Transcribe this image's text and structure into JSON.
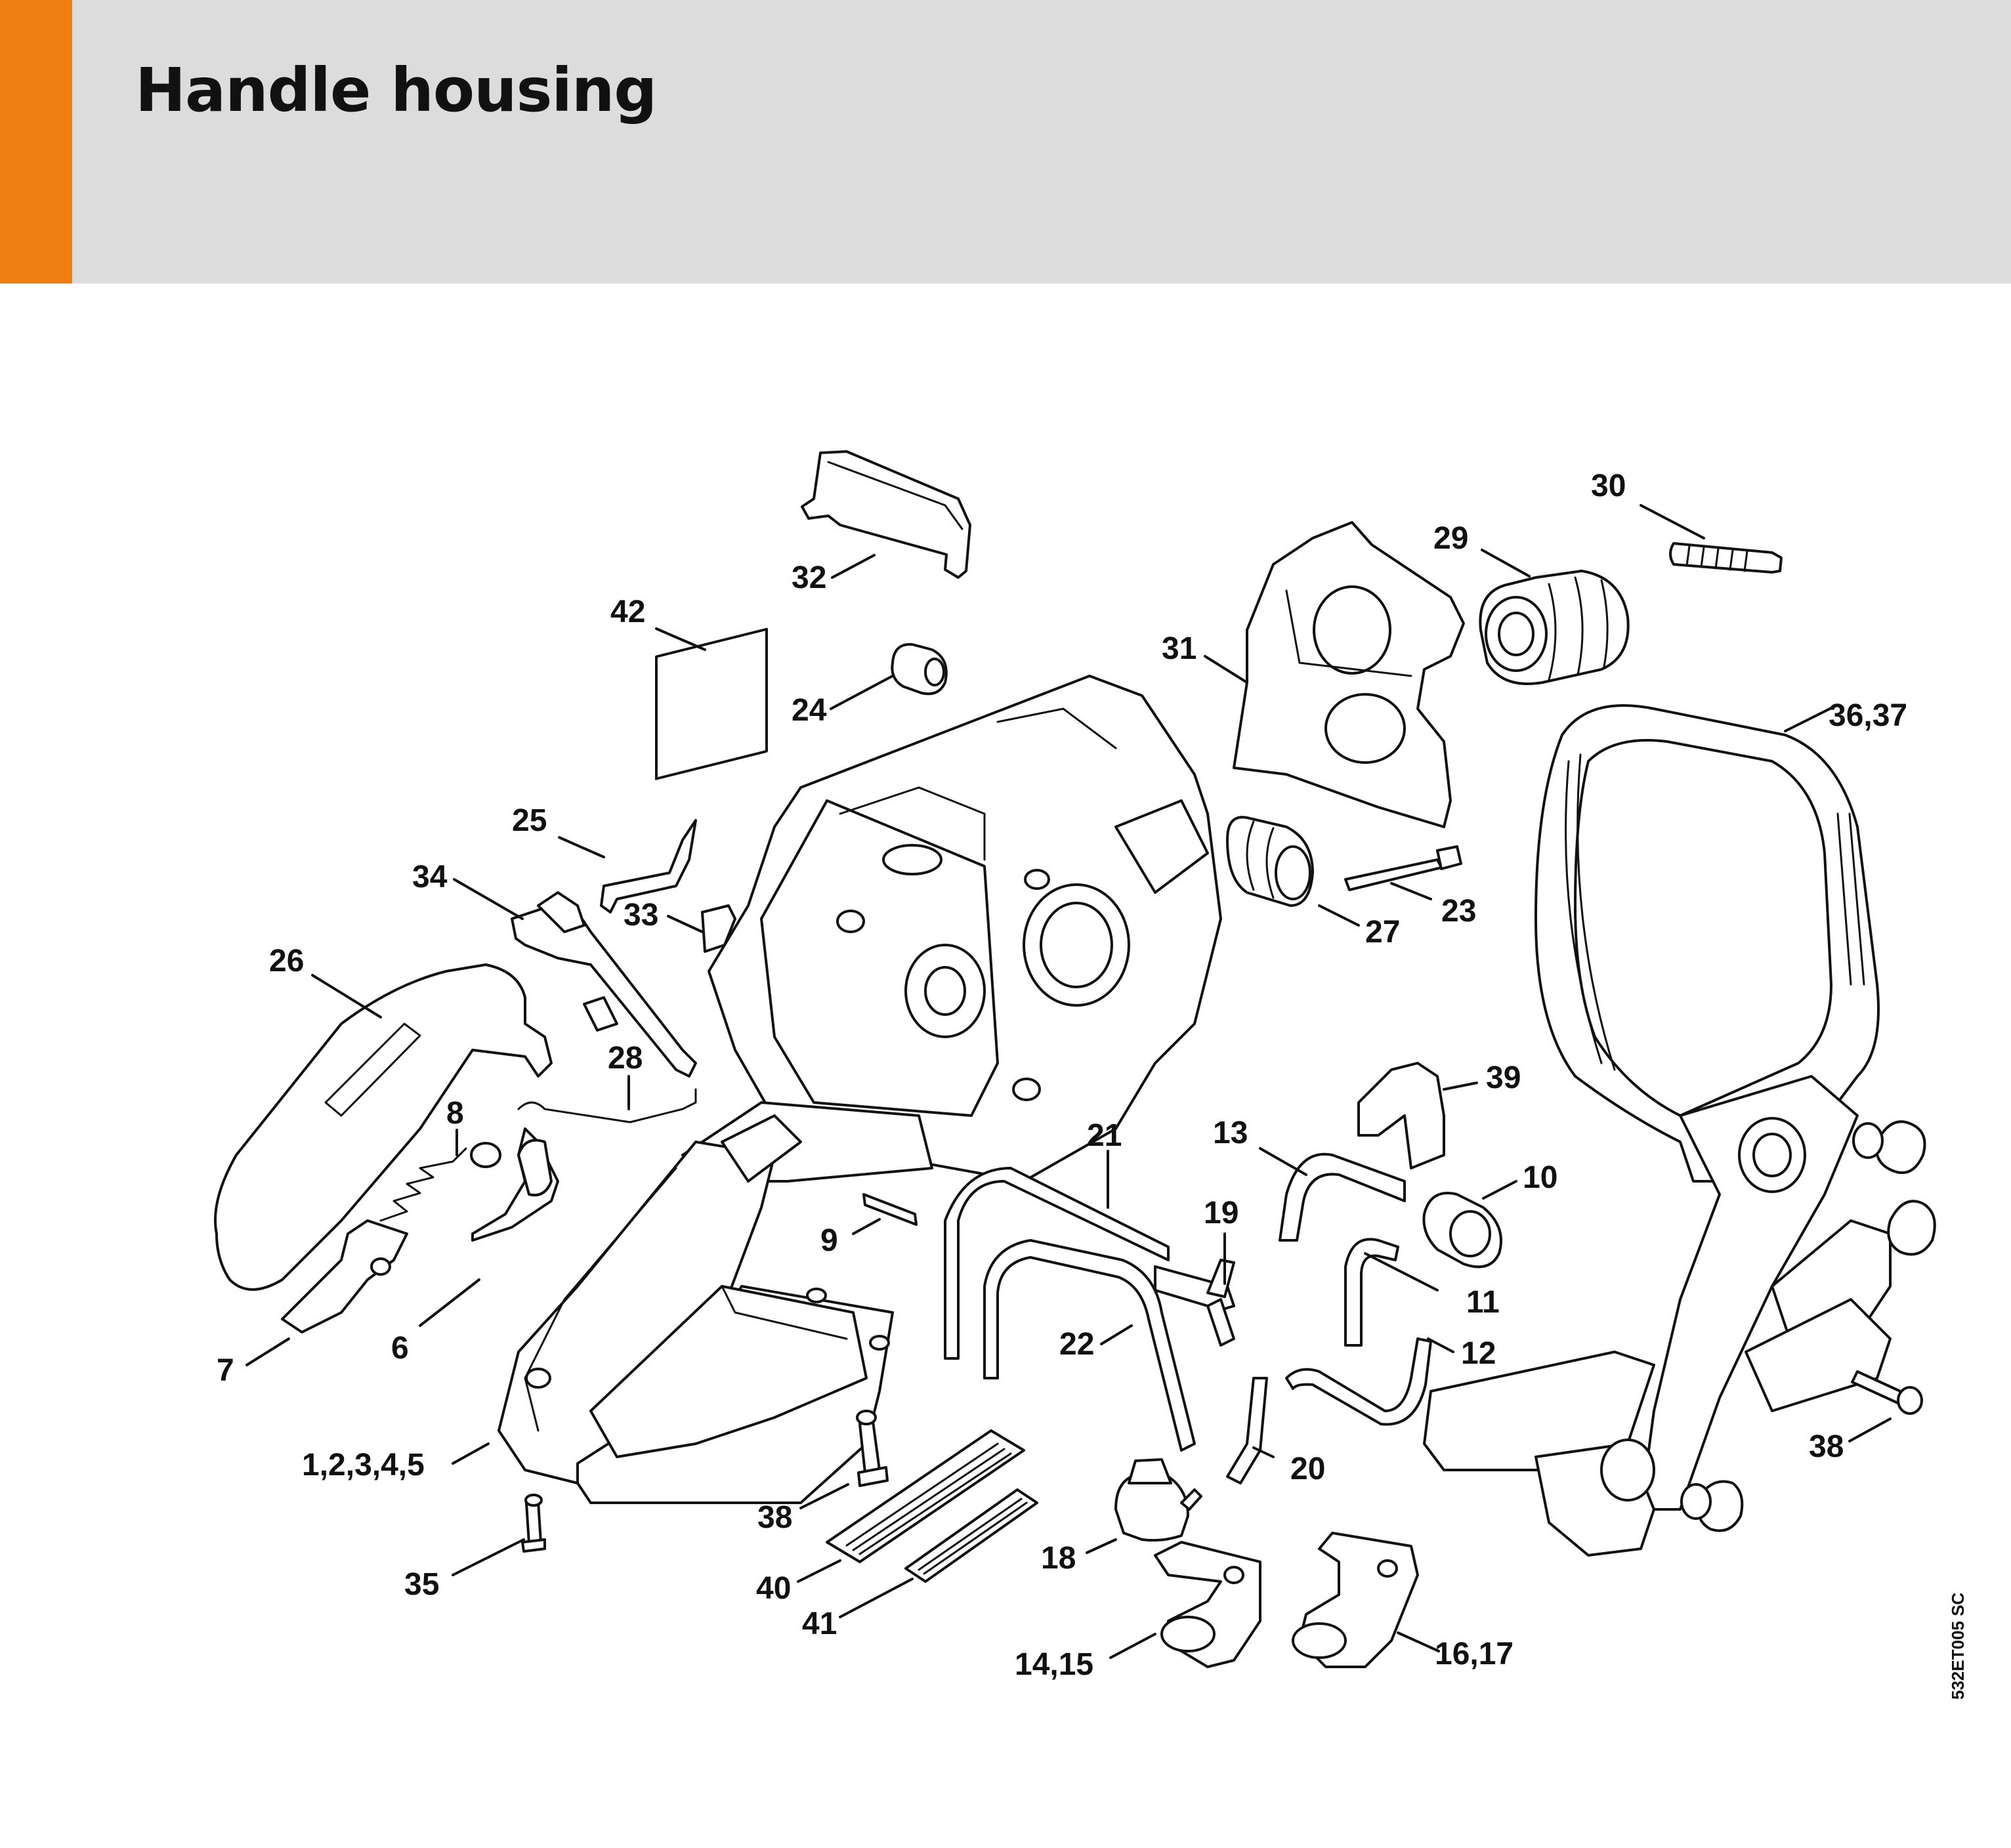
{
  "header": {
    "title": "Handle housing",
    "accent_color": "#f07f12",
    "band_color": "#dcdcdc"
  },
  "callouts": {
    "c30": "30",
    "c29": "29",
    "c32": "32",
    "c42": "42",
    "c31": "31",
    "c24": "24",
    "c36_37": "36,37",
    "c25": "25",
    "c34": "34",
    "c33": "33",
    "c23": "23",
    "c27": "27",
    "c26": "26",
    "c28": "28",
    "c39": "39",
    "c8": "8",
    "c13": "13",
    "c21": "21",
    "c10": "10",
    "c19": "19",
    "c9": "9",
    "c11": "11",
    "c22": "22",
    "c12": "12",
    "c7": "7",
    "c6": "6",
    "c1_5": "1,2,3,4,5",
    "c20": "20",
    "c38_right": "38",
    "c38_left": "38",
    "c35": "35",
    "c18": "18",
    "c40": "40",
    "c41": "41",
    "c14_15": "14,15",
    "c16_17": "16,17"
  },
  "drawing_ref": "532ET005 SC"
}
